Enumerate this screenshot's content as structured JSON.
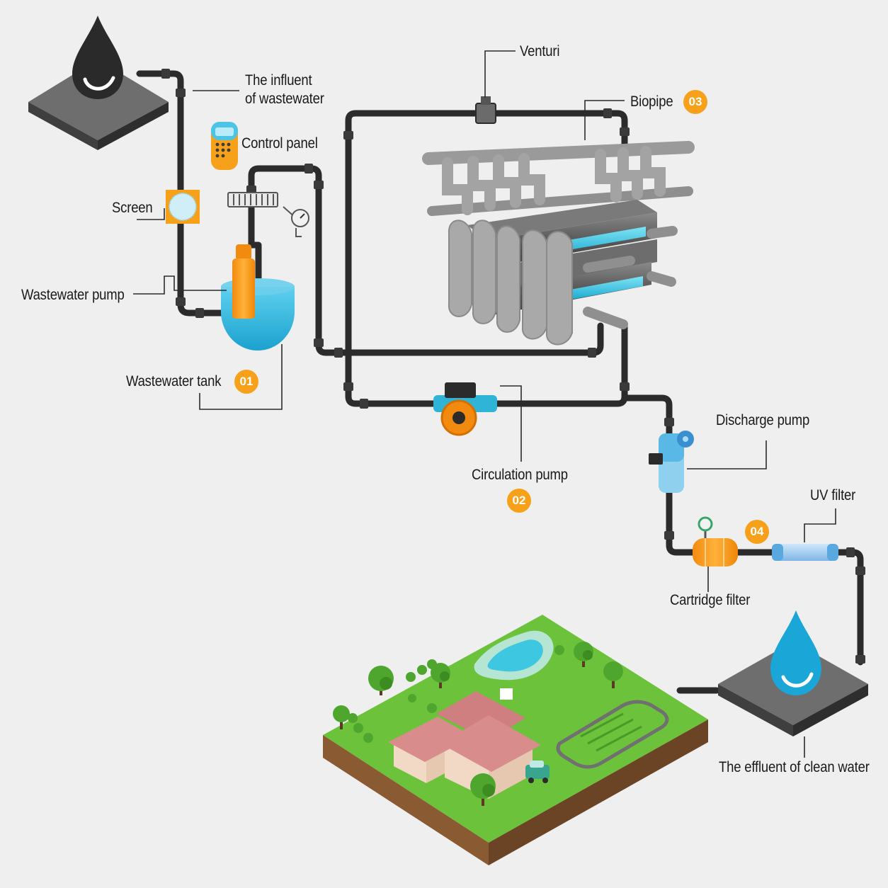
{
  "labels": {
    "influent_line1": "The influent",
    "influent_line2": "of wastewater",
    "control_panel": "Control panel",
    "screen": "Screen",
    "wastewater_pump": "Wastewater pump",
    "wastewater_tank": "Wastewater tank",
    "venturi": "Venturi",
    "biopipe": "Biopipe",
    "circulation_pump": "Circulation pump",
    "discharge_pump": "Discharge pump",
    "uv_filter": "UV filter",
    "cartridge_filter": "Cartridge filter",
    "effluent": "The effluent of clean water"
  },
  "badges": {
    "tank": "01",
    "circulation": "02",
    "biopipe": "03",
    "filter": "04"
  },
  "colors": {
    "background": "#efefef",
    "pipe": "#2b2b2b",
    "accent_orange": "#f7a11a",
    "water_blue": "#2fb4d8",
    "grass_green": "#6cc23a",
    "biopipe_grey": "#9a9a9a"
  }
}
